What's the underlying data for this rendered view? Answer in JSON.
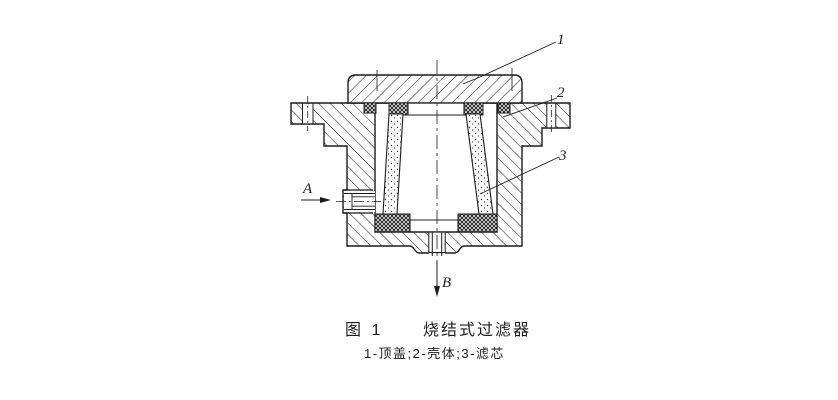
{
  "figure": {
    "caption": {
      "prefix": "图 1",
      "title": "烧结式过滤器",
      "legend": "1-顶盖;2-壳体;3-滤芯"
    },
    "part_labels": {
      "top_cover": "1",
      "shell": "2",
      "filter_core": "3"
    },
    "flow_labels": {
      "inlet": "A",
      "outlet": "B"
    },
    "colors": {
      "line": "#1c1c1c",
      "background": "#ffffff"
    }
  }
}
